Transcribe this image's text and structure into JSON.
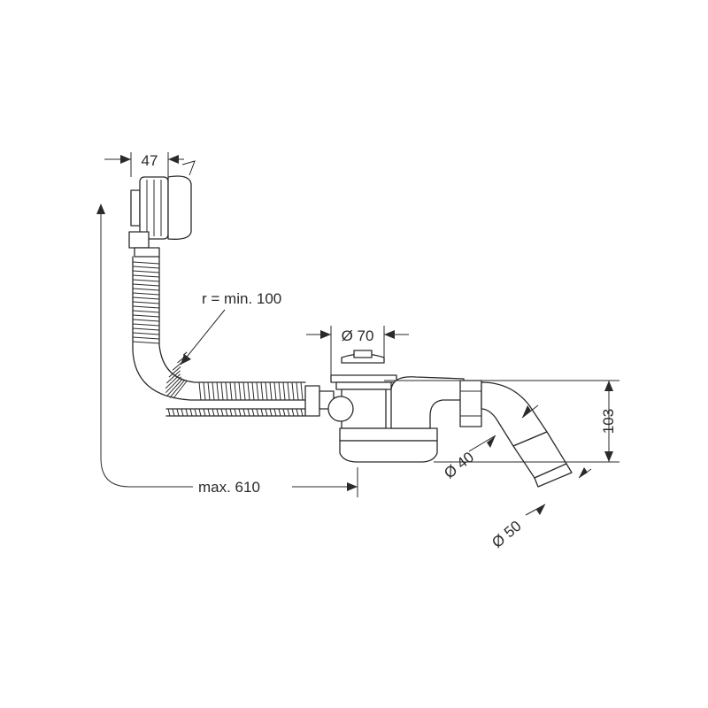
{
  "dimensions": {
    "width_47": "47",
    "bend_radius": "r = min. 100",
    "diameter_70": "Ø 70",
    "max_length": "max. 610",
    "height_103": "103",
    "diameter_40": "Ø 40",
    "diameter_50": "Ø 50"
  },
  "colors": {
    "line": "#2a2a2a",
    "background": "#ffffff"
  }
}
